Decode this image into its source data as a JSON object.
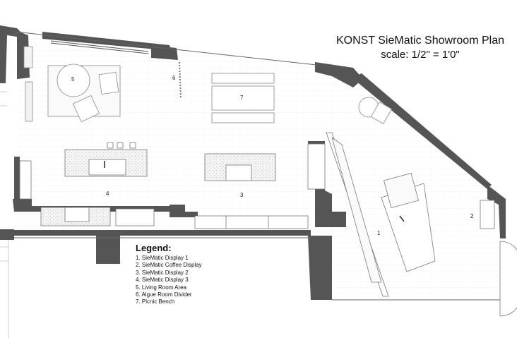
{
  "title": {
    "line1": "KONST SieMatic Showroom Plan",
    "line2": "scale: 1/2\" = 1'0\""
  },
  "legend": {
    "heading": "Legend:",
    "items": [
      "1. SieMatic Display 1",
      "2. SieMatic Coffee Display",
      "3. SieMatic Display 2",
      "4. SieMatic Display 3",
      "5. Living Room Area",
      "6. Algue Room Divider",
      "7. Picnic Bench"
    ]
  },
  "area_labels": {
    "a1": "1",
    "a2": "2",
    "a3": "3",
    "a4": "4",
    "a5": "5",
    "a6": "6",
    "a7": "7"
  },
  "colors": {
    "wall": "#555555",
    "line": "#9a9a9a",
    "floor_line": "#e6e6e6"
  }
}
